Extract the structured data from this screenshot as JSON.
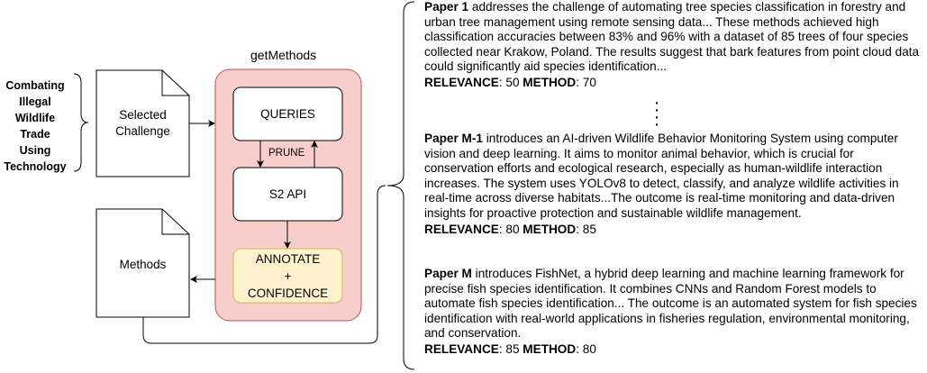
{
  "challenge": {
    "lines": [
      "Combating",
      "Illegal",
      "Wildlife",
      "Trade",
      "Using",
      "Technology"
    ]
  },
  "selected_challenge": {
    "lines": [
      "Selected",
      "Challenge"
    ]
  },
  "get_methods": {
    "title": "getMethods",
    "queries_label": "QUERIES",
    "prune_label": "PRUNE",
    "s2_label": "S2 API",
    "annotate_lines": [
      "ANNOTATE",
      "+",
      "CONFIDENCE"
    ]
  },
  "methods_doc": {
    "label": "Methods"
  },
  "papers": [
    {
      "name": "Paper 1",
      "description": " addresses the challenge of automating tree species classification in forestry and urban tree management using remote sensing data... These methods achieved high classification accuracies between 83% and 96% with a dataset of 85 trees of four species collected near Krakow, Poland. The results suggest that bark features from point cloud data could significantly aid species identification...",
      "relevance_label": "RELEVANCE",
      "relevance_value": ": 50 ",
      "method_label": "METHOD",
      "method_value": ": 70"
    },
    {
      "name": "Paper M-1",
      "description": " introduces an AI-driven Wildlife Behavior Monitoring System using computer vision and deep learning. It aims to monitor animal behavior, which is crucial for conservation efforts and ecological research, especially as human-wildlife interaction increases. The system uses YOLOv8 to detect, classify, and analyze wildlife activities in real-time across diverse habitats...The outcome is real-time monitoring and data-driven insights for proactive protection and sustainable wildlife management.",
      "relevance_label": "RELEVANCE",
      "relevance_value": ": 80 ",
      "method_label": "METHOD",
      "method_value": ": 85"
    },
    {
      "name": "Paper M",
      "description": " introduces FishNet, a hybrid deep learning and machine learning framework for precise fish species identification. It combines CNNs and Random Forest models to automate fish species identification... The outcome is an automated system for fish species identification with real-world applications in fisheries regulation, environmental monitoring, and conservation.",
      "relevance_label": "RELEVANCE",
      "relevance_value": ": 85 ",
      "method_label": "METHOD",
      "method_value": ": 80"
    }
  ],
  "colors": {
    "getmethods_fill": "#f8cecc",
    "getmethods_stroke": "#b85450",
    "annotate_fill": "#fff2cc",
    "annotate_stroke": "#d6b656",
    "line": "#000000"
  }
}
